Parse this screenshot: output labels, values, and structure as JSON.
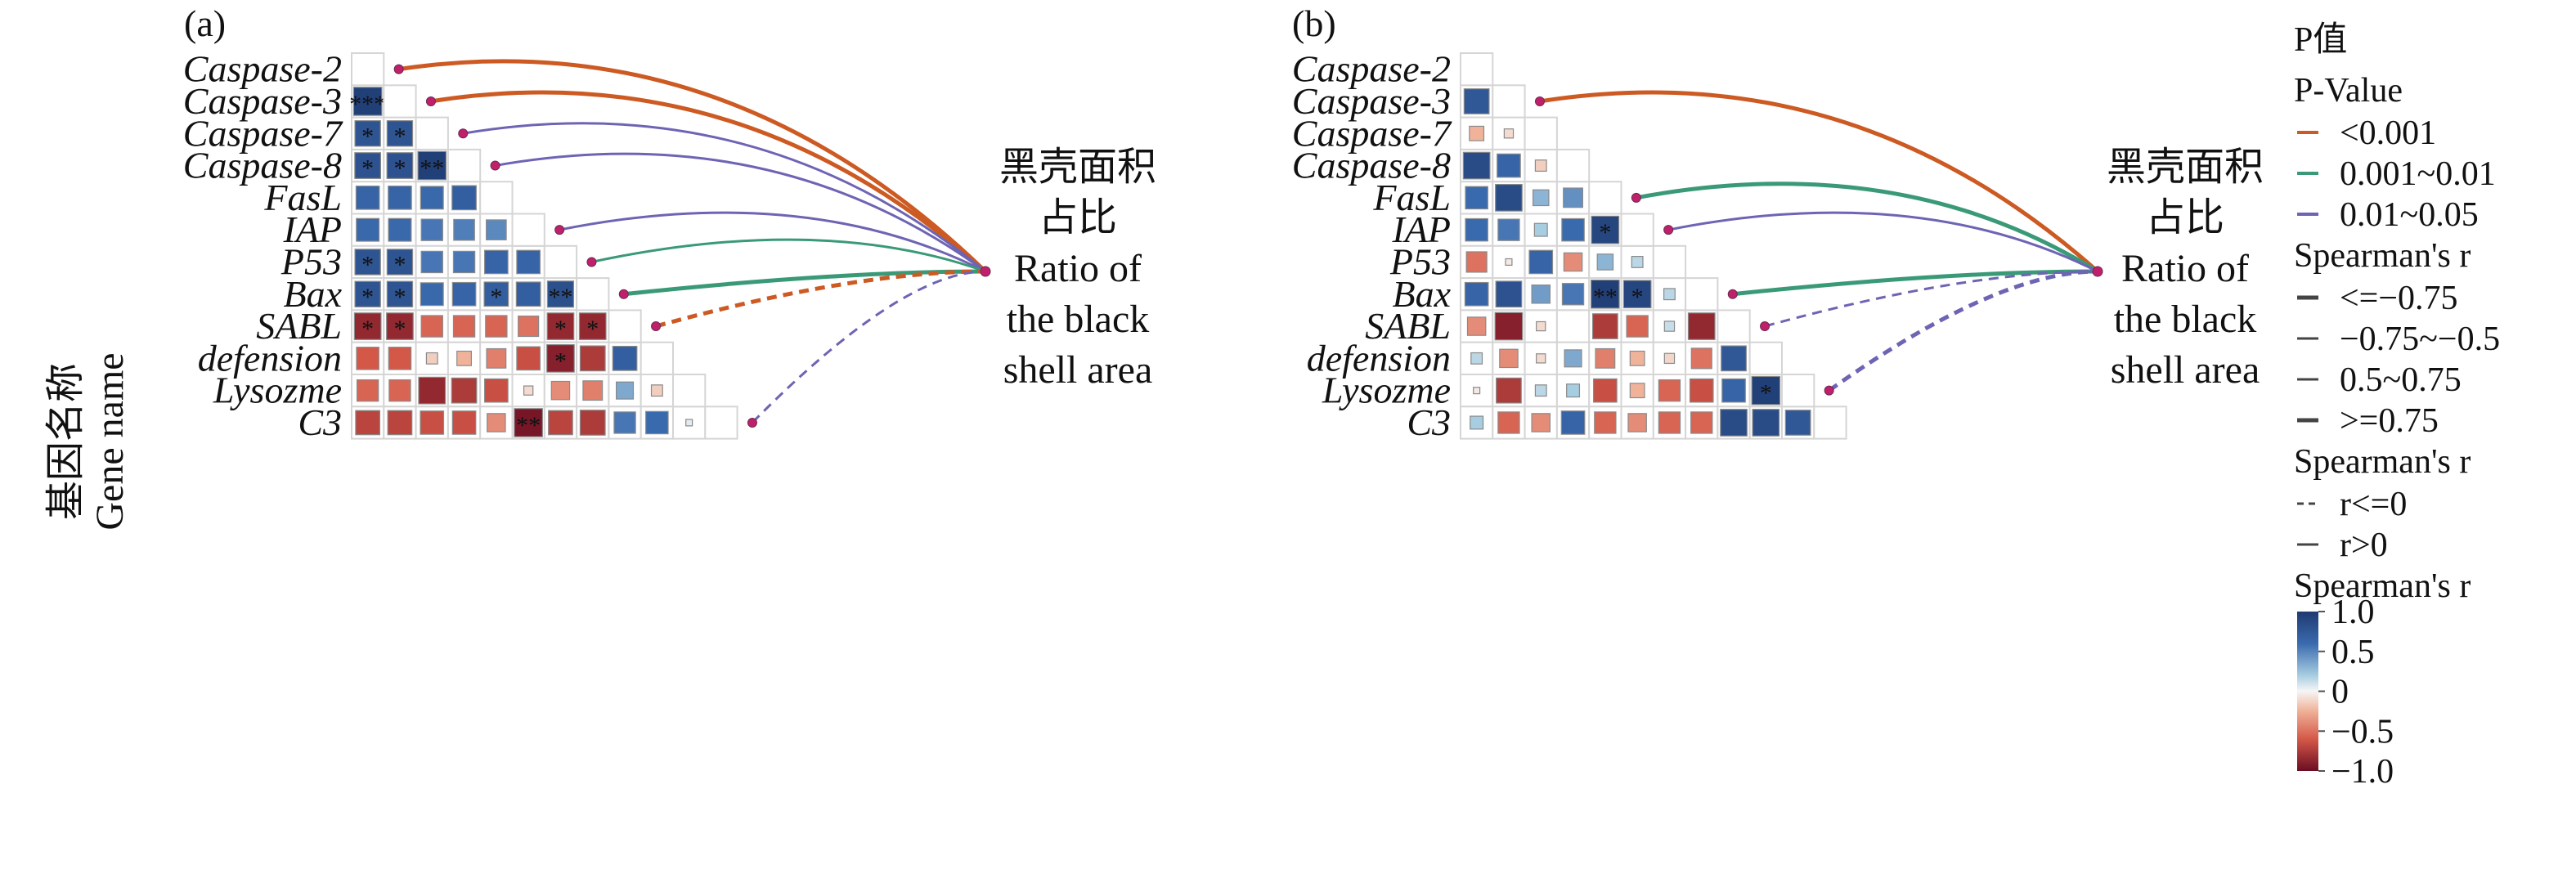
{
  "genes": [
    "Caspase-2",
    "Caspase-3",
    "Caspase-7",
    "Caspase-8",
    "FasL",
    "IAP",
    "P53",
    "Bax",
    "SABL",
    "defension",
    "Lysozme",
    "C3"
  ],
  "yaxis_label_cn": "基因名称",
  "yaxis_label_en": "Gene name",
  "target": {
    "line1": "黑壳面积",
    "line2": "占比",
    "line3": "Ratio of",
    "line4": "the black",
    "line5": "shell area"
  },
  "legend": {
    "pvalue_title_cn": "P值",
    "pvalue_title_en": "P-Value",
    "pvalue_items": [
      {
        "label": "<0.001",
        "color": "#cc5a22"
      },
      {
        "label": "0.001~0.01",
        "color": "#3a9a78"
      },
      {
        "label": "0.01~0.05",
        "color": "#6e64b4"
      }
    ],
    "r_width_title": "Spearman's r",
    "r_width_items": [
      {
        "label": "<=−0.75",
        "width": 5
      },
      {
        "label": "−0.75~−0.5",
        "width": 3
      },
      {
        "label": "0.5~0.75",
        "width": 3
      },
      {
        "label": ">=0.75",
        "width": 5
      }
    ],
    "r_sign_title": "Spearman's r",
    "r_sign_items": [
      {
        "label": "r<=0",
        "dash": true
      },
      {
        "label": "r>0",
        "dash": false
      }
    ],
    "colorbar_title": "Spearman's r",
    "colorbar_ticks": [
      "1.0",
      "0.5",
      "0",
      "−0.5",
      "−1.0"
    ]
  },
  "chart_data": [
    {
      "type": "heatmap",
      "panel": "(a)",
      "matrix": [
        [],
        [
          0.95
        ],
        [
          0.78,
          0.78
        ],
        [
          0.8,
          0.8,
          0.95
        ],
        [
          0.65,
          0.65,
          0.62,
          0.7
        ],
        [
          0.62,
          0.62,
          0.55,
          0.52,
          0.48
        ],
        [
          0.78,
          0.78,
          0.55,
          0.55,
          0.65,
          0.65
        ],
        [
          0.78,
          0.78,
          0.62,
          0.65,
          0.7,
          0.7,
          0.82
        ],
        [
          -0.85,
          -0.85,
          -0.55,
          -0.55,
          -0.55,
          -0.5,
          -0.85,
          -0.85
        ],
        [
          -0.6,
          -0.6,
          -0.15,
          -0.25,
          -0.45,
          -0.65,
          -0.9,
          -0.75,
          0.7
        ],
        [
          -0.55,
          -0.55,
          -0.85,
          -0.75,
          -0.65,
          -0.1,
          -0.4,
          -0.45,
          0.35,
          -0.15
        ],
        [
          -0.7,
          -0.7,
          -0.65,
          -0.65,
          -0.4,
          -0.95,
          -0.7,
          -0.75,
          0.55,
          0.6,
          0.05
        ]
      ],
      "stars": [
        [],
        [
          "***"
        ],
        [
          "*",
          "*"
        ],
        [
          "*",
          "*",
          "**"
        ],
        [
          "",
          "",
          "",
          ""
        ],
        [
          "",
          "",
          "",
          "",
          ""
        ],
        [
          "*",
          "*",
          "",
          "",
          "",
          ""
        ],
        [
          "*",
          "*",
          "",
          "",
          "*",
          "",
          "**"
        ],
        [
          "*",
          "*",
          "",
          "",
          "",
          "",
          "*",
          "*"
        ],
        [
          "",
          "",
          "",
          "",
          "",
          "",
          "*",
          "",
          ""
        ],
        [
          "",
          "",
          "",
          "",
          "",
          "",
          "",
          "",
          "",
          ""
        ],
        [
          "",
          "",
          "",
          "",
          "",
          "**",
          "",
          "",
          "",
          "",
          ""
        ]
      ],
      "links": [
        {
          "gene": "Caspase-2",
          "p": "<0.001",
          "r_sign": "r>0",
          "r_abs": ">=0.75"
        },
        {
          "gene": "Caspase-3",
          "p": "<0.001",
          "r_sign": "r>0",
          "r_abs": ">=0.75"
        },
        {
          "gene": "Caspase-7",
          "p": "0.01~0.05",
          "r_sign": "r>0",
          "r_abs": "0.5~0.75"
        },
        {
          "gene": "Caspase-8",
          "p": "0.01~0.05",
          "r_sign": "r>0",
          "r_abs": "0.5~0.75"
        },
        {
          "gene": "IAP",
          "p": "0.01~0.05",
          "r_sign": "r>0",
          "r_abs": "0.5~0.75"
        },
        {
          "gene": "P53",
          "p": "0.001~0.01",
          "r_sign": "r>0",
          "r_abs": "0.5~0.75"
        },
        {
          "gene": "Bax",
          "p": "0.001~0.01",
          "r_sign": "r>0",
          "r_abs": ">=0.75"
        },
        {
          "gene": "SABL",
          "p": "<0.001",
          "r_sign": "r<=0",
          "r_abs": "<=−0.75"
        },
        {
          "gene": "C3",
          "p": "0.01~0.05",
          "r_sign": "r<=0",
          "r_abs": "−0.75~−0.5"
        }
      ]
    },
    {
      "type": "heatmap",
      "panel": "(b)",
      "matrix": [
        [],
        [
          0.75
        ],
        [
          -0.25,
          -0.1
        ],
        [
          0.85,
          0.65,
          -0.15
        ],
        [
          0.6,
          0.85,
          0.3,
          0.45
        ],
        [
          0.6,
          0.55,
          0.2,
          0.6,
          0.9
        ],
        [
          -0.5,
          -0.05,
          0.65,
          -0.4,
          0.3,
          0.15
        ],
        [
          0.65,
          0.8,
          0.4,
          0.55,
          0.95,
          0.9,
          0.15
        ],
        [
          -0.4,
          -0.9,
          -0.1,
          0.0,
          -0.75,
          -0.55,
          0.12,
          -0.85
        ],
        [
          0.15,
          -0.4,
          -0.1,
          0.35,
          -0.45,
          -0.25,
          -0.12,
          -0.5,
          0.75
        ],
        [
          -0.05,
          -0.75,
          0.15,
          0.2,
          -0.65,
          -0.25,
          -0.55,
          -0.65,
          0.65,
          0.95
        ],
        [
          0.2,
          -0.55,
          -0.4,
          0.65,
          -0.55,
          -0.4,
          -0.55,
          -0.55,
          0.85,
          0.85,
          0.75
        ]
      ],
      "stars": [
        [],
        [
          ""
        ],
        [
          "",
          ""
        ],
        [
          "",
          "",
          ""
        ],
        [
          "",
          "",
          "",
          ""
        ],
        [
          "",
          "",
          "",
          "",
          "*"
        ],
        [
          "",
          "",
          "",
          "",
          "",
          ""
        ],
        [
          "",
          "",
          "",
          "",
          "**",
          "*",
          ""
        ],
        [
          "",
          "",
          "",
          "",
          "",
          "",
          "",
          ""
        ],
        [
          "",
          "",
          "",
          "",
          "",
          "",
          "",
          "",
          ""
        ],
        [
          "",
          "",
          "",
          "",
          "",
          "",
          "",
          "",
          "",
          "*"
        ],
        [
          "",
          "",
          "",
          "",
          "",
          "",
          "",
          "",
          "",
          "",
          ""
        ]
      ],
      "links": [
        {
          "gene": "Caspase-3",
          "p": "<0.001",
          "r_sign": "r>0",
          "r_abs": ">=0.75"
        },
        {
          "gene": "FasL",
          "p": "0.001~0.01",
          "r_sign": "r>0",
          "r_abs": ">=0.75"
        },
        {
          "gene": "IAP",
          "p": "0.01~0.05",
          "r_sign": "r>0",
          "r_abs": "0.5~0.75"
        },
        {
          "gene": "Bax",
          "p": "0.001~0.01",
          "r_sign": "r>0",
          "r_abs": ">=0.75"
        },
        {
          "gene": "SABL",
          "p": "0.01~0.05",
          "r_sign": "r<=0",
          "r_abs": "−0.75~−0.5"
        },
        {
          "gene": "Lysozme",
          "p": "0.01~0.05",
          "r_sign": "r<=0",
          "r_abs": "<=−0.75"
        }
      ]
    }
  ]
}
